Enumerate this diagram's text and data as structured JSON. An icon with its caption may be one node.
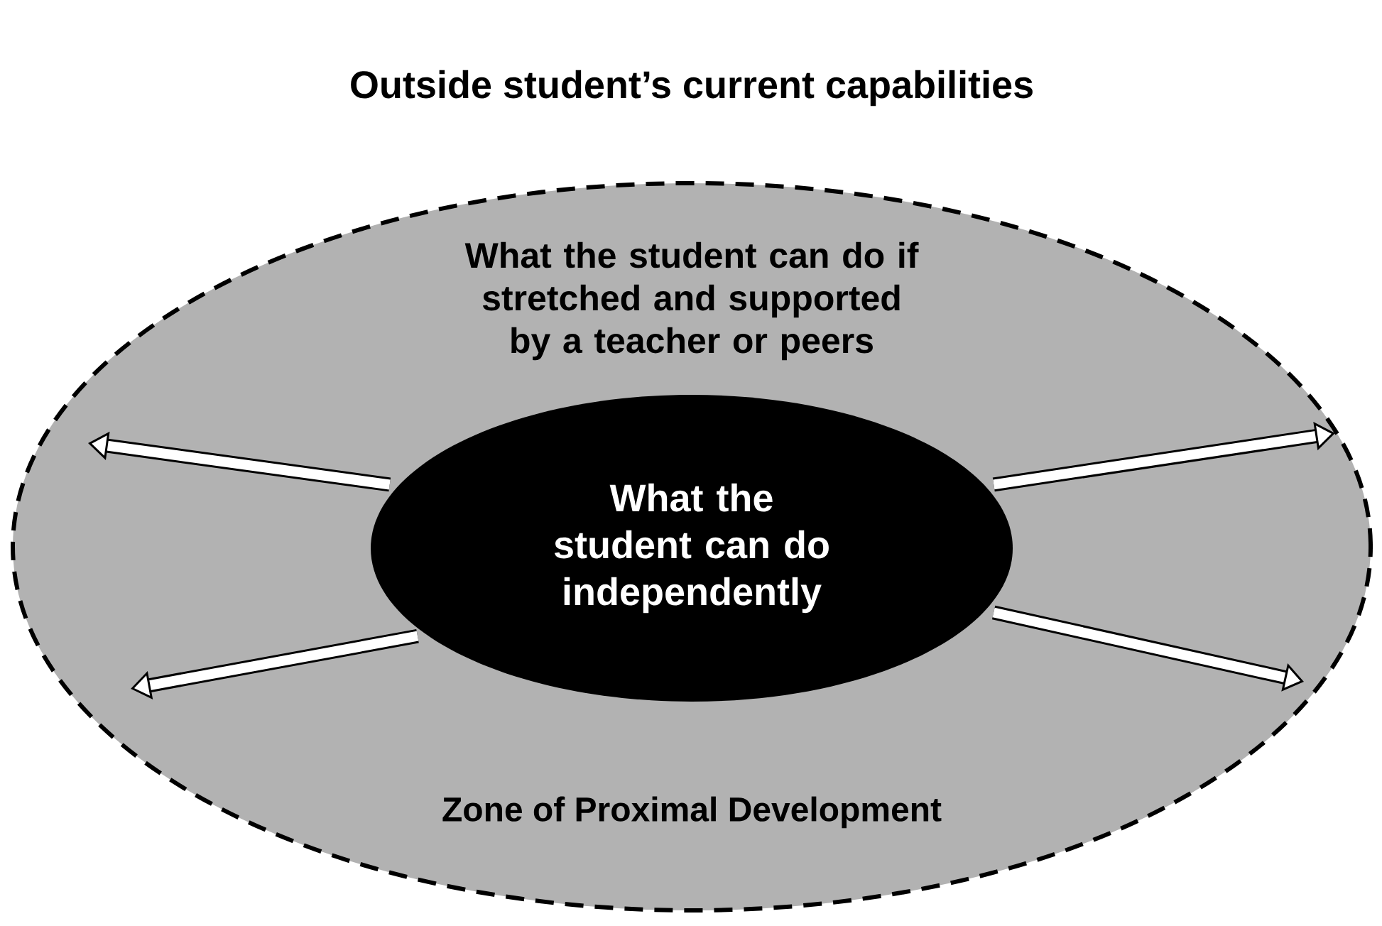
{
  "diagram": {
    "nodes": [
      {
        "text": [
          "What the student can do if stretched and supported by a teacher or peers",
          "Zone of Proximal Development"
        ]
      },
      {
        "text": [
          "What the student can do independently"
        ],
        "in": 0
      }
    ],
    "edges": [
      {
        "from": 1,
        "to": null,
        "arrow": "to"
      },
      {
        "from": 1,
        "to": null,
        "arrow": "to"
      },
      {
        "from": 1,
        "to": null,
        "arrow": "to"
      },
      {
        "from": 1,
        "to": null,
        "arrow": "to"
      }
    ],
    "labels": [
      "Outside student’s current capabilities"
    ]
  }
}
